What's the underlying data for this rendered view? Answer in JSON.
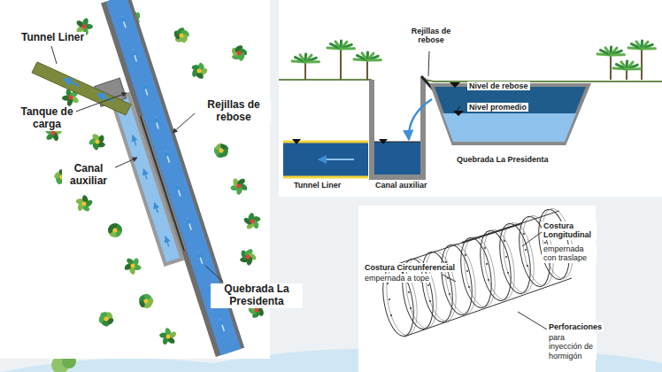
{
  "diagram": {
    "labels": [
      "Tunnel Liner",
      "Tanque de carga",
      "Rejillas de rebose",
      "Canal auxiliar",
      "Quebrada La Presidenta",
      "Rejillas de rebose",
      "Nivel de rebose",
      "Nivel promedio",
      "Quebrada La Presidenta",
      "Tunnel Liner",
      "Canal auxiliar",
      "Costura Longitudinal",
      "empernada con traslape",
      "Costura Circunferencial",
      "empernada a tope",
      "Perforaciones",
      "para inyección de hormigón"
    ]
  }
}
